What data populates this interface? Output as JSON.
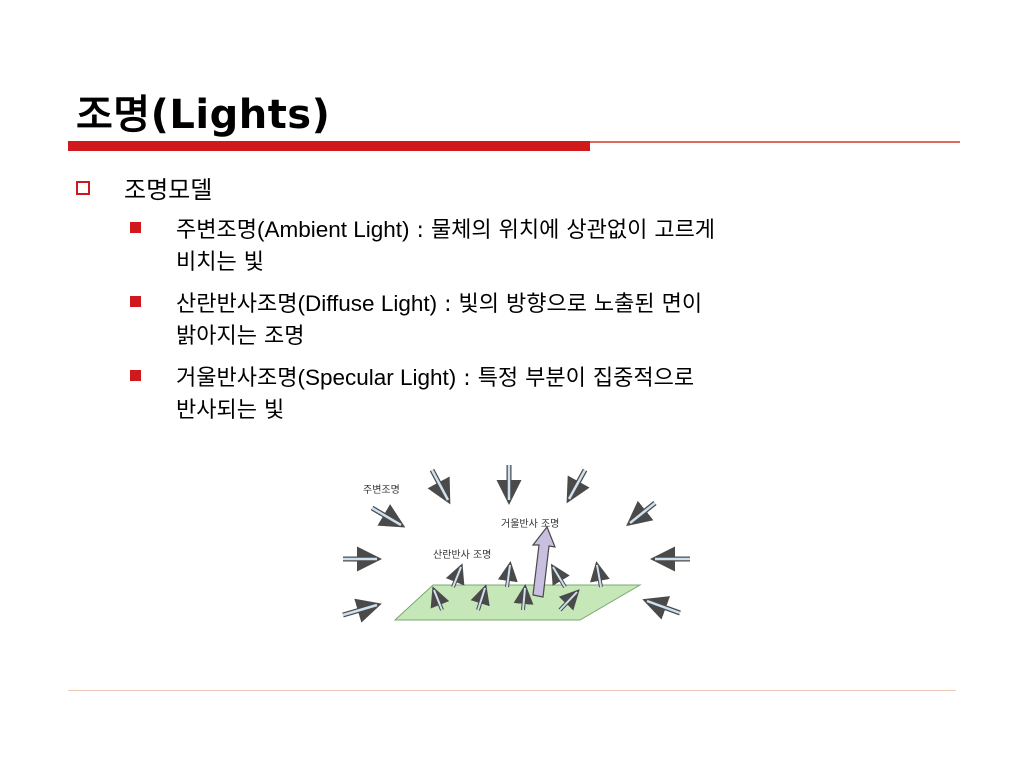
{
  "title": "조명(Lights)",
  "section": {
    "label": "조명모델"
  },
  "items": [
    {
      "term": "주변조명",
      "english": "(Ambient Light)",
      "desc": " :  물체의 위치에 상관없이 고르게",
      "desc2": "비치는 빛"
    },
    {
      "term": "산란반사조명",
      "english": "(Diffuse Light)",
      "desc": " :  빛의 방향으로 노출된 면이",
      "desc2": "밝아지는 조명"
    },
    {
      "term": "거울반사조명",
      "english": "(Specular Light)",
      "desc": " :  특정 부분이 집중적으로",
      "desc2": "반사되는 빛"
    }
  ],
  "diagram": {
    "ambient_label": "주변조명",
    "specular_label": "거울반사 조명",
    "diffuse_label": "산란반사 조명"
  },
  "colors": {
    "accent": "#d0191c",
    "plane": "#c6e8b8",
    "specular_arrow": "#c9bfe0",
    "arrow_fill": "#cfe0ef"
  }
}
